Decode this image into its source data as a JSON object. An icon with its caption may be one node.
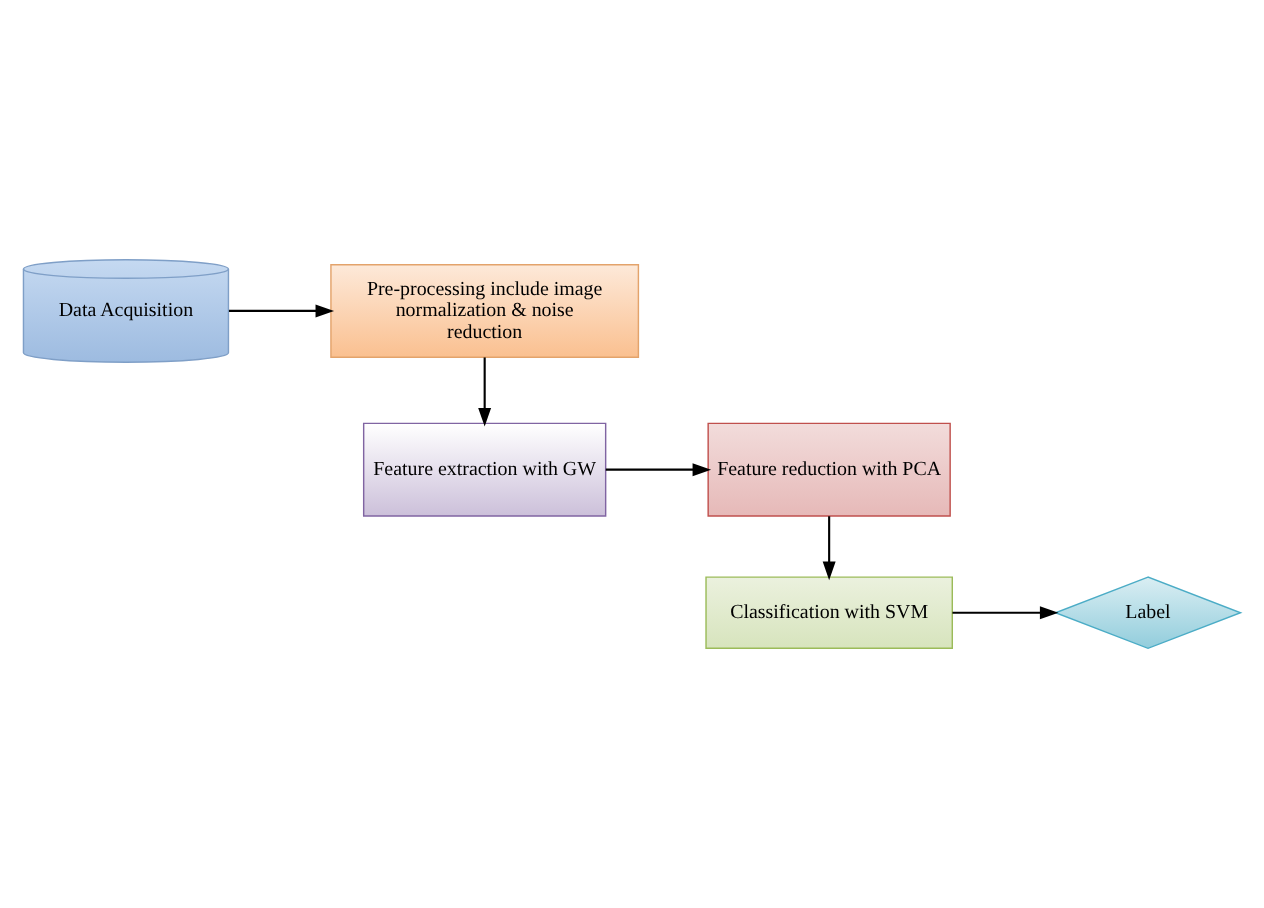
{
  "diagram": {
    "nodes": [
      {
        "text": [
          "Data Acquisition"
        ]
      },
      {
        "text": [
          "Pre-processing include image normalization & noise reduction"
        ]
      },
      {
        "text": [
          "Feature extraction with GW"
        ]
      },
      {
        "text": [
          "Feature reduction with PCA"
        ]
      },
      {
        "text": [
          "Classification with SVM"
        ]
      },
      {
        "text": [
          "Label"
        ]
      }
    ],
    "edges": [
      {
        "from": 0,
        "to": 1,
        "arrow": "to"
      },
      {
        "from": 1,
        "to": 2,
        "arrow": "to"
      },
      {
        "from": 2,
        "to": 3,
        "arrow": "to"
      },
      {
        "from": 3,
        "to": 4,
        "arrow": "to"
      },
      {
        "from": 4,
        "to": 5,
        "arrow": "to"
      }
    ]
  }
}
